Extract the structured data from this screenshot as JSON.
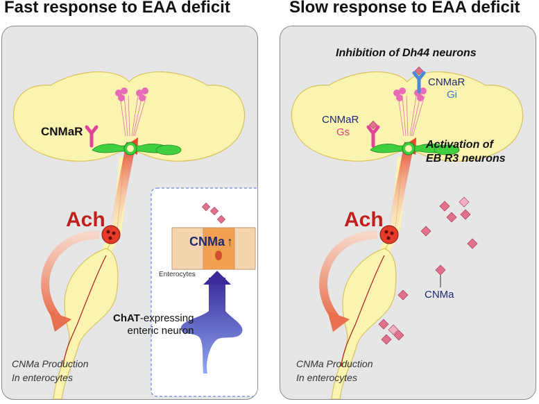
{
  "left_panel": {
    "title": "Fast response to EAA deficit",
    "receptor_label": "CNMaR",
    "ach_label": "Ach",
    "inset": {
      "cnma_label": "CNMa",
      "up_arrow": "↑",
      "enterocytes_label": "Enterocytes",
      "neuron_label_bold": "ChAT",
      "neuron_label_rest": "-expressing",
      "neuron_label_line2": "enteric neuron"
    },
    "production_line1": "CNMa Production",
    "production_line2": "In enterocytes"
  },
  "right_panel": {
    "title": "Slow response to EAA deficit",
    "inhibition_label": "Inhibition of Dh44 neurons",
    "receptor_gi_label": "CNMaR",
    "gi_label": "Gi",
    "receptor_gs_label": "CNMaR",
    "gs_label": "Gs",
    "activation_line1": "Activation of",
    "activation_line2": "EB R3 neurons",
    "ach_label": "Ach",
    "cnma_label": "CNMa",
    "production_line1": "CNMa Production",
    "production_line2": "In enterocytes"
  },
  "colors": {
    "panel_bg": "#e6e6e6",
    "brain_fill": "#fbf3b0",
    "brain_stroke": "#d8c25a",
    "eb_green": "#3fcf3f",
    "pink_neuron": "#e86bb8",
    "receptor_pink": "#e0459a",
    "receptor_blue": "#4a8ad8",
    "ach_red": "#c0201c",
    "cnma_pink": "#e0708c",
    "label_navy": "#1e2a6e",
    "gi_blue": "#3a7ad0",
    "gs_pink": "#d8407e"
  }
}
